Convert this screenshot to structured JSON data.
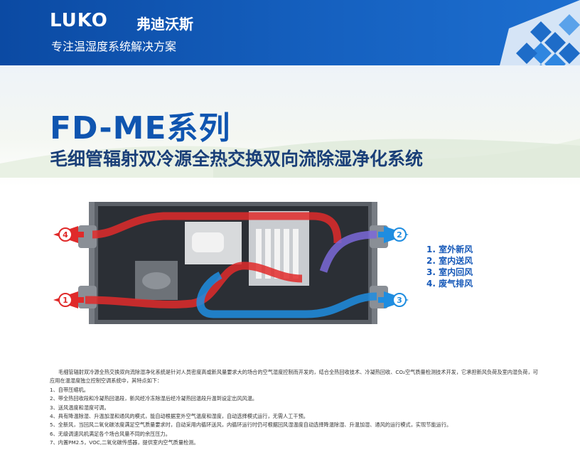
{
  "header": {
    "logo": "LUKO",
    "logo_cn": "弗迪沃斯",
    "tagline": "专注温湿度系统解决方案"
  },
  "title": "FD-ME系列",
  "subtitle": "毛细管辐射双冷源全热交换双向流除湿净化系统",
  "diagram": {
    "markers": [
      "1",
      "2",
      "3",
      "4"
    ]
  },
  "legend": [
    "1. 室外新风",
    "2. 室内送风",
    "3. 室内回风",
    "4. 废气排风"
  ],
  "description": {
    "intro": "毛细管辐射双冷源全热交换双向流除湿净化系统是针对人员密度高或新风量要求大的场合的空气湿度控制而开发的，结合全热回收技术、冷凝热回收、CO₂空气质量检测技术开发，它承担新风负荷及室内湿负荷，可应用在温湿度独立控制空调系统中，其特点如下：",
    "points": [
      "1、自带压缩机。",
      "2、带全热回收段和冷凝热回温段，新风经冷冻除湿后经冷凝热回温段升温到设定出风风温。",
      "3、送风温度和湿度可调。",
      "4、具有降温除湿、升温加湿和通风的模式，能自动根据室外空气温度和湿度，自动选择模式运行，无需人工干预。",
      "5、全新风，当回风二氧化碳浓度满足空气质量要求时，自动采用内循环送风，内循环运行时仍可根据回风湿温度自动选择降温除湿、升温加湿、通风的运行模式，实现节能运行。",
      "6、无级调速风机满足各个场合风量不同的余压压力。",
      "7、内置PM2.5，VOC,二氧化碳传感器，提供室内空气质量检测。"
    ]
  },
  "colors": {
    "brand_blue": "#0f55b0",
    "supply_red": "#e02a2a",
    "return_blue": "#1f8de0"
  }
}
